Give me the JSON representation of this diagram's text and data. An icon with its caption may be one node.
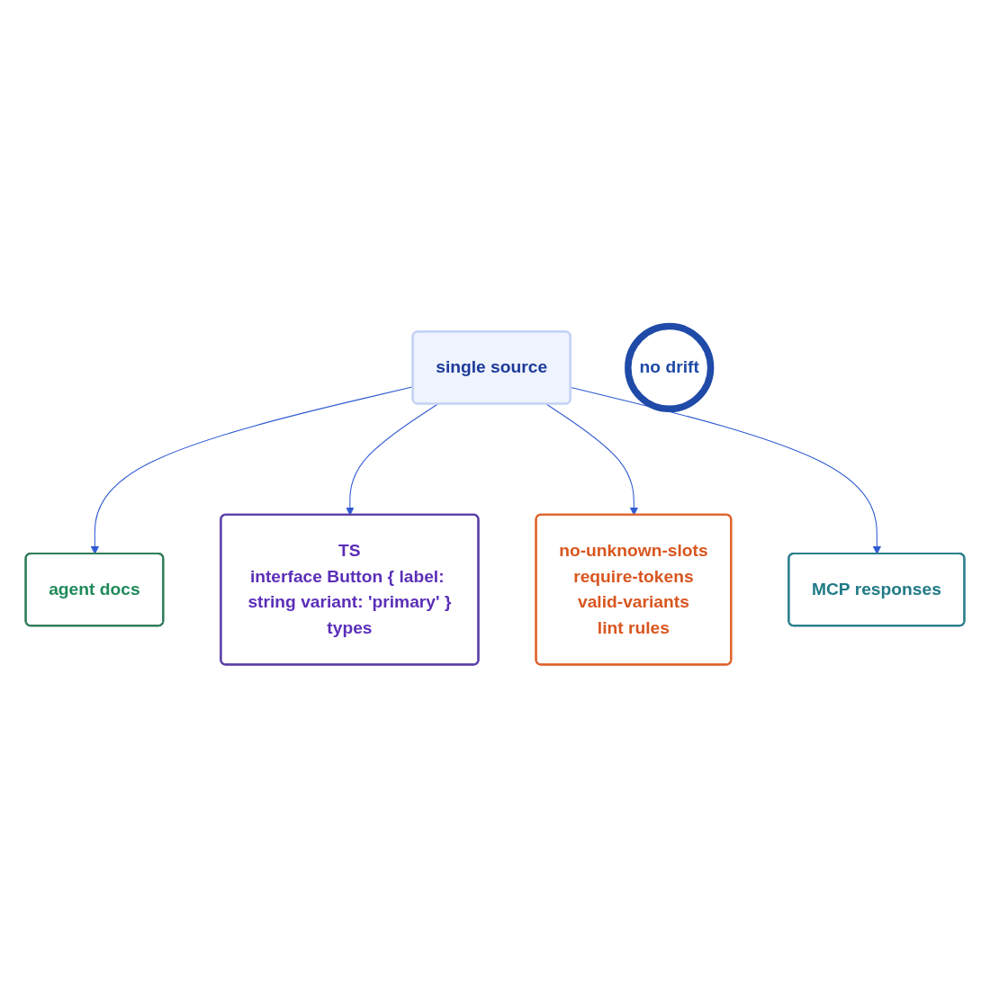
{
  "diagram": {
    "nodes": [
      {
        "text": [
          "agent docs"
        ]
      },
      {
        "text": [
          "TS",
          "interface Button { label: string variant: 'primary' }",
          "types"
        ]
      },
      {
        "text": [
          "single source"
        ]
      },
      {
        "text": [
          "no-unknown-slots",
          "require-tokens",
          "valid-variants",
          "lint rules"
        ]
      },
      {
        "text": [
          "MCP responses"
        ]
      },
      {
        "text": [
          "no drift"
        ]
      }
    ],
    "edges": [
      {
        "from": 2,
        "to": 0,
        "arrow": "to"
      },
      {
        "from": 2,
        "to": 1,
        "arrow": "to"
      },
      {
        "from": 2,
        "to": 3,
        "arrow": "to"
      },
      {
        "from": 2,
        "to": 4,
        "arrow": "to"
      }
    ]
  }
}
